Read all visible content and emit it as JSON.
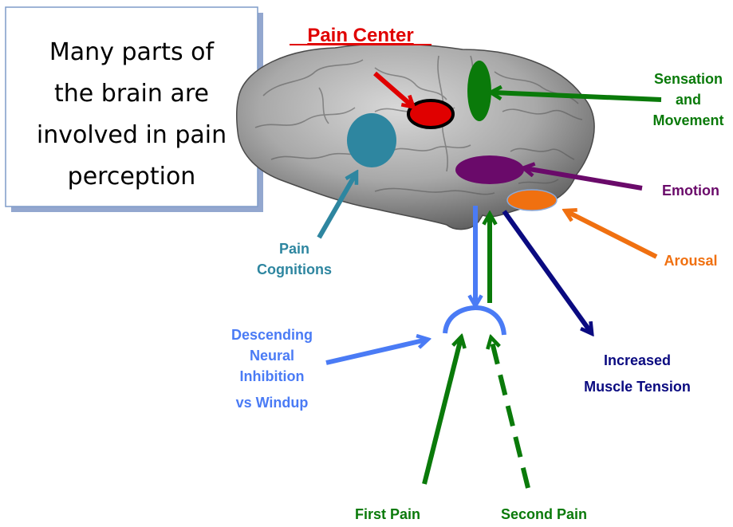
{
  "caption": [
    "Many parts of",
    "the brain are",
    "involved in pain",
    "perception"
  ],
  "labels": {
    "pain_center": "Pain Center",
    "sensation": [
      "Sensation",
      "and",
      "Movement"
    ],
    "emotion": "Emotion",
    "arousal": "Arousal",
    "cognitions": [
      "Pain",
      "Cognitions"
    ],
    "descending": [
      "Descending",
      "Neural",
      "Inhibition",
      "vs Windup"
    ],
    "muscle": [
      "Increased",
      "Muscle Tension"
    ],
    "first_pain": "First Pain",
    "second_pain": "Second Pain"
  },
  "colors": {
    "red": "#e00000",
    "green": "#0a7a0a",
    "purple": "#6a0a6a",
    "orange": "#f07010",
    "teal": "#2e86a0",
    "blue": "#4a7bf5",
    "navy": "#0a0a80"
  }
}
